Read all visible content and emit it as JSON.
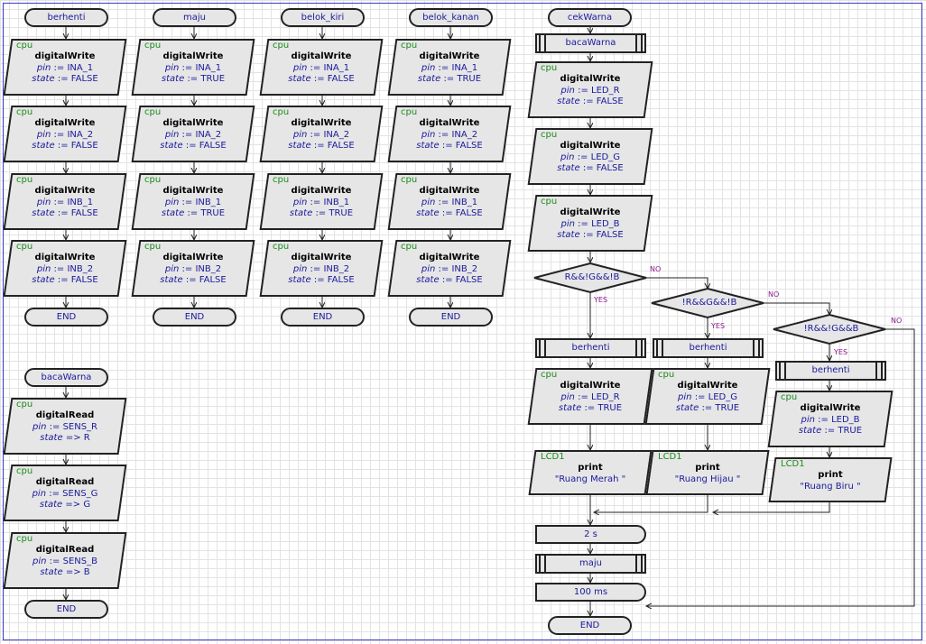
{
  "colors": {
    "connector": "#222222",
    "node_fill": "#e6e6e6",
    "text_blue": "#1a1a9c",
    "device_green": "#1a8c1a",
    "branch_purple": "#8a1a8a"
  },
  "branch": {
    "yes": "YES",
    "no": "NO"
  },
  "columns": [
    {
      "title": "berhenti",
      "end": "END",
      "steps": [
        {
          "dev": "cpu",
          "fn": "digitalWrite",
          "k1": "pin",
          "op1": ":=",
          "v1": "INA_1",
          "k2": "state",
          "op2": ":=",
          "v2": "FALSE"
        },
        {
          "dev": "cpu",
          "fn": "digitalWrite",
          "k1": "pin",
          "op1": ":=",
          "v1": "INA_2",
          "k2": "state",
          "op2": ":=",
          "v2": "FALSE"
        },
        {
          "dev": "cpu",
          "fn": "digitalWrite",
          "k1": "pin",
          "op1": ":=",
          "v1": "INB_1",
          "k2": "state",
          "op2": ":=",
          "v2": "FALSE"
        },
        {
          "dev": "cpu",
          "fn": "digitalWrite",
          "k1": "pin",
          "op1": ":=",
          "v1": "INB_2",
          "k2": "state",
          "op2": ":=",
          "v2": "FALSE"
        }
      ]
    },
    {
      "title": "maju",
      "end": "END",
      "steps": [
        {
          "dev": "cpu",
          "fn": "digitalWrite",
          "k1": "pin",
          "op1": ":=",
          "v1": "INA_1",
          "k2": "state",
          "op2": ":=",
          "v2": "TRUE"
        },
        {
          "dev": "cpu",
          "fn": "digitalWrite",
          "k1": "pin",
          "op1": ":=",
          "v1": "INA_2",
          "k2": "state",
          "op2": ":=",
          "v2": "FALSE"
        },
        {
          "dev": "cpu",
          "fn": "digitalWrite",
          "k1": "pin",
          "op1": ":=",
          "v1": "INB_1",
          "k2": "state",
          "op2": ":=",
          "v2": "TRUE"
        },
        {
          "dev": "cpu",
          "fn": "digitalWrite",
          "k1": "pin",
          "op1": ":=",
          "v1": "INB_2",
          "k2": "state",
          "op2": ":=",
          "v2": "FALSE"
        }
      ]
    },
    {
      "title": "belok_kiri",
      "end": "END",
      "steps": [
        {
          "dev": "cpu",
          "fn": "digitalWrite",
          "k1": "pin",
          "op1": ":=",
          "v1": "INA_1",
          "k2": "state",
          "op2": ":=",
          "v2": "FALSE"
        },
        {
          "dev": "cpu",
          "fn": "digitalWrite",
          "k1": "pin",
          "op1": ":=",
          "v1": "INA_2",
          "k2": "state",
          "op2": ":=",
          "v2": "FALSE"
        },
        {
          "dev": "cpu",
          "fn": "digitalWrite",
          "k1": "pin",
          "op1": ":=",
          "v1": "INB_1",
          "k2": "state",
          "op2": ":=",
          "v2": "TRUE"
        },
        {
          "dev": "cpu",
          "fn": "digitalWrite",
          "k1": "pin",
          "op1": ":=",
          "v1": "INB_2",
          "k2": "state",
          "op2": ":=",
          "v2": "FALSE"
        }
      ]
    },
    {
      "title": "belok_kanan",
      "end": "END",
      "steps": [
        {
          "dev": "cpu",
          "fn": "digitalWrite",
          "k1": "pin",
          "op1": ":=",
          "v1": "INA_1",
          "k2": "state",
          "op2": ":=",
          "v2": "TRUE"
        },
        {
          "dev": "cpu",
          "fn": "digitalWrite",
          "k1": "pin",
          "op1": ":=",
          "v1": "INA_2",
          "k2": "state",
          "op2": ":=",
          "v2": "FALSE"
        },
        {
          "dev": "cpu",
          "fn": "digitalWrite",
          "k1": "pin",
          "op1": ":=",
          "v1": "INB_1",
          "k2": "state",
          "op2": ":=",
          "v2": "FALSE"
        },
        {
          "dev": "cpu",
          "fn": "digitalWrite",
          "k1": "pin",
          "op1": ":=",
          "v1": "INB_2",
          "k2": "state",
          "op2": ":=",
          "v2": "FALSE"
        }
      ]
    }
  ],
  "bacaWarna": {
    "title": "bacaWarna",
    "end": "END",
    "steps": [
      {
        "dev": "cpu",
        "fn": "digitalRead",
        "k1": "pin",
        "op1": ":=",
        "v1": "SENS_R",
        "k2": "state",
        "op2": "=>",
        "v2": "R"
      },
      {
        "dev": "cpu",
        "fn": "digitalRead",
        "k1": "pin",
        "op1": ":=",
        "v1": "SENS_G",
        "k2": "state",
        "op2": "=>",
        "v2": "G"
      },
      {
        "dev": "cpu",
        "fn": "digitalRead",
        "k1": "pin",
        "op1": ":=",
        "v1": "SENS_B",
        "k2": "state",
        "op2": "=>",
        "v2": "B"
      }
    ]
  },
  "cekWarna": {
    "title": "cekWarna",
    "call": "bacaWarna",
    "steps": [
      {
        "dev": "cpu",
        "fn": "digitalWrite",
        "k1": "pin",
        "op1": ":=",
        "v1": "LED_R",
        "k2": "state",
        "op2": ":=",
        "v2": "FALSE"
      },
      {
        "dev": "cpu",
        "fn": "digitalWrite",
        "k1": "pin",
        "op1": ":=",
        "v1": "LED_G",
        "k2": "state",
        "op2": ":=",
        "v2": "FALSE"
      },
      {
        "dev": "cpu",
        "fn": "digitalWrite",
        "k1": "pin",
        "op1": ":=",
        "v1": "LED_B",
        "k2": "state",
        "op2": ":=",
        "v2": "FALSE"
      }
    ],
    "decisions": [
      "R&&!G&&!B",
      "!R&&G&&!B",
      "!R&&!G&&B"
    ],
    "branches": [
      {
        "call": "berhenti",
        "write": {
          "dev": "cpu",
          "fn": "digitalWrite",
          "k1": "pin",
          "op1": ":=",
          "v1": "LED_R",
          "k2": "state",
          "op2": ":=",
          "v2": "TRUE"
        },
        "print": {
          "dev": "LCD1",
          "fn": "print",
          "text": "\"Ruang Merah \""
        }
      },
      {
        "call": "berhenti",
        "write": {
          "dev": "cpu",
          "fn": "digitalWrite",
          "k1": "pin",
          "op1": ":=",
          "v1": "LED_G",
          "k2": "state",
          "op2": ":=",
          "v2": "TRUE"
        },
        "print": {
          "dev": "LCD1",
          "fn": "print",
          "text": "\"Ruang Hijau \""
        }
      },
      {
        "call": "berhenti",
        "write": {
          "dev": "cpu",
          "fn": "digitalWrite",
          "k1": "pin",
          "op1": ":=",
          "v1": "LED_B",
          "k2": "state",
          "op2": ":=",
          "v2": "TRUE"
        },
        "print": {
          "dev": "LCD1",
          "fn": "print",
          "text": "\"Ruang Biru \""
        }
      }
    ],
    "delay1": "2 s",
    "call2": "maju",
    "delay2": "100 ms",
    "end": "END"
  }
}
